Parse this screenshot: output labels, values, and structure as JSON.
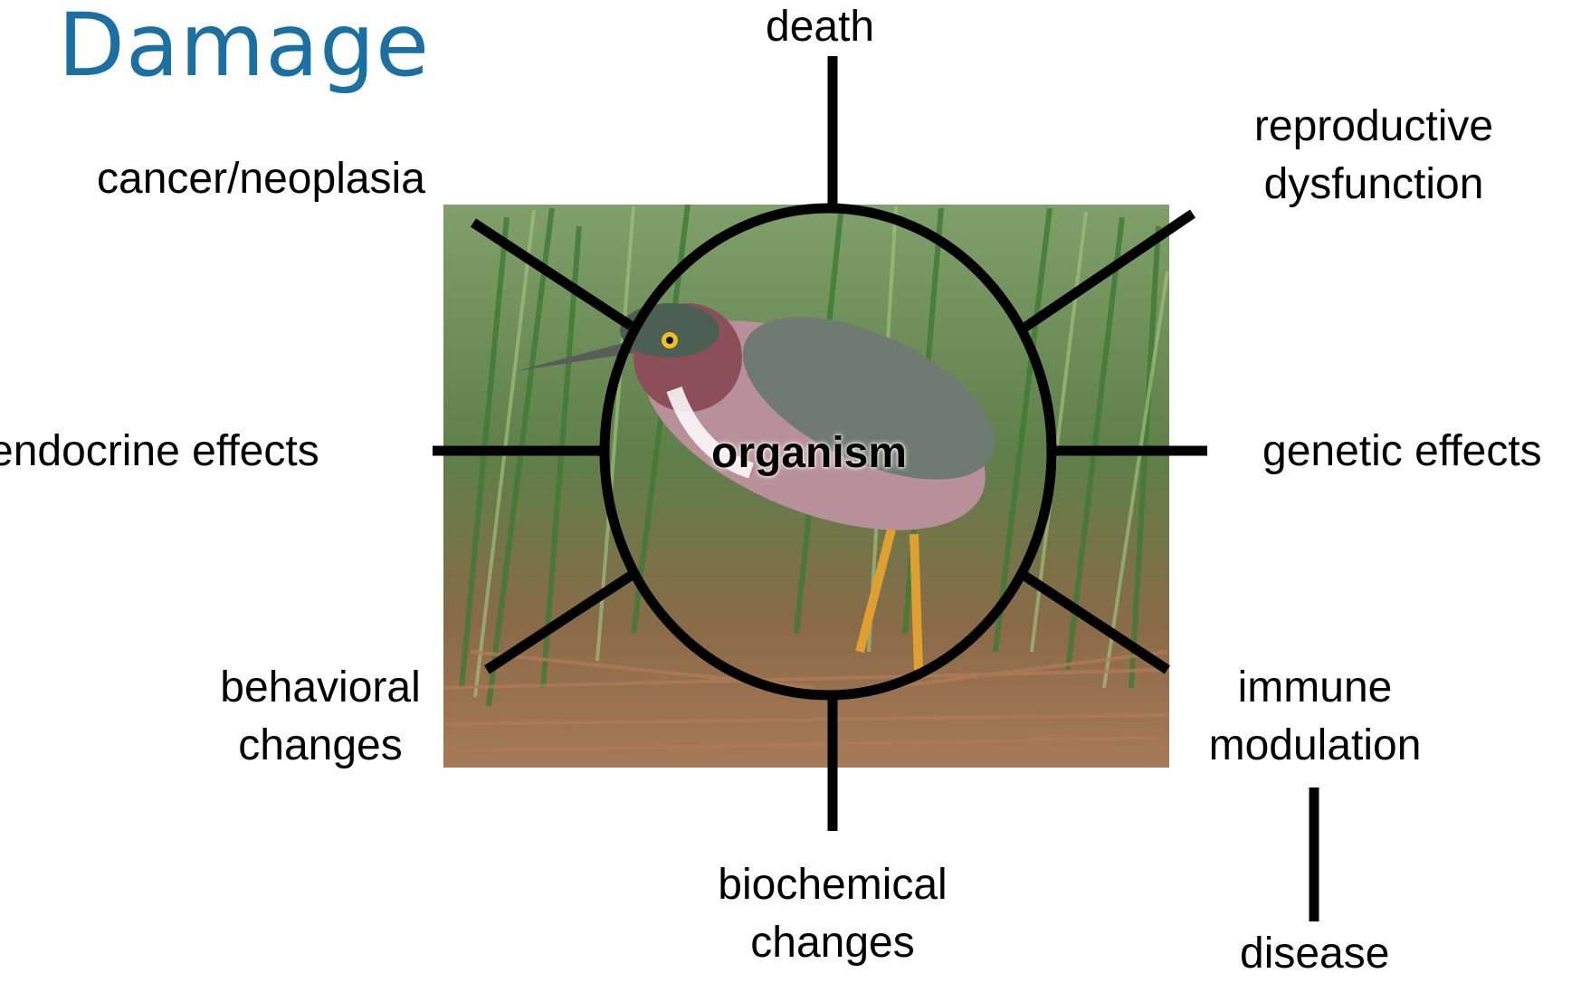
{
  "slide": {
    "title": "Damage",
    "center_label": "organism",
    "effects": {
      "top": "death",
      "top_right_line1": "reproductive",
      "top_right_line2": "dysfunction",
      "top_left": "cancer/neoplasia",
      "left": "endocrine effects",
      "right": "genetic effects",
      "bottom_left_line1": "behavioral",
      "bottom_left_line2": "changes",
      "bottom_line1": "biochemical",
      "bottom_line2": "changes",
      "bottom_right_line1": "immune",
      "bottom_right_line2": "modulation",
      "downstream": "disease"
    },
    "colors": {
      "title": "#1a6fa3",
      "lines": "#000000"
    }
  }
}
